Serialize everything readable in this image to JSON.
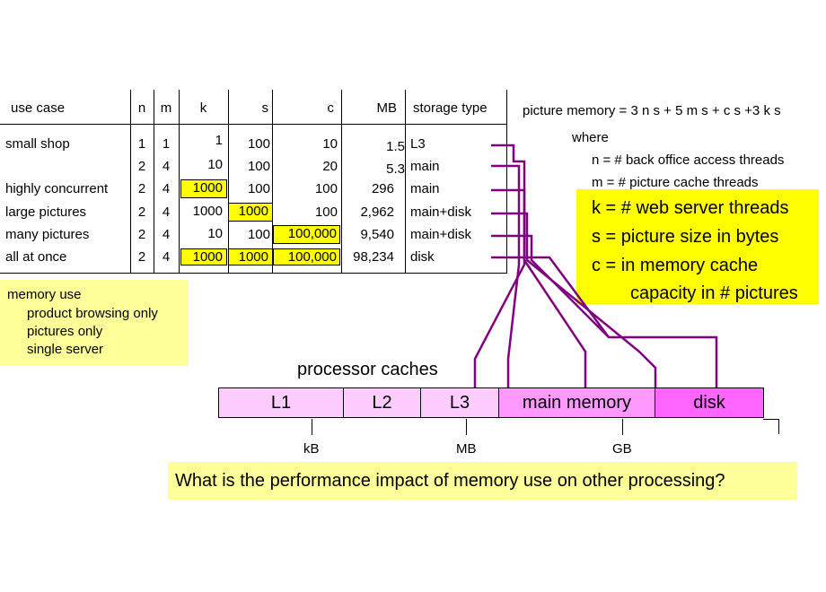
{
  "table": {
    "headers": [
      "use case",
      "n",
      "m",
      "k",
      "s",
      "c",
      "MB",
      "storage type"
    ],
    "rows": [
      {
        "use_case": "small shop",
        "n": "1",
        "m": "1",
        "k": "1",
        "s": "100",
        "c": "10",
        "mb": "1.5",
        "storage": "L3"
      },
      {
        "use_case": "",
        "n": "2",
        "m": "4",
        "k": "10",
        "s": "100",
        "c": "20",
        "mb": "5.3",
        "storage": "main"
      },
      {
        "use_case": "highly concurrent",
        "n": "2",
        "m": "4",
        "k": "1000",
        "s": "100",
        "c": "100",
        "mb": "296",
        "storage": "main"
      },
      {
        "use_case": "large pictures",
        "n": "2",
        "m": "4",
        "k": "1000",
        "s": "1000",
        "c": "100",
        "mb": "2,962",
        "storage": "main+disk"
      },
      {
        "use_case": "many pictures",
        "n": "2",
        "m": "4",
        "k": "10",
        "s": "100",
        "c": "100,000",
        "mb": "9,540",
        "storage": "main+disk"
      },
      {
        "use_case": "all at once",
        "n": "2",
        "m": "4",
        "k": "1000",
        "s": "1000",
        "c": "100,000",
        "mb": "98,234",
        "storage": "disk"
      }
    ]
  },
  "memory_use": {
    "title": "memory use",
    "items": [
      "product browsing only",
      "pictures only",
      "single server"
    ]
  },
  "formula": {
    "main": "picture memory = 3 n s + 5 m s + c s +3 k s",
    "where": "where",
    "defs": [
      "n = # back office access threads",
      "m = # picture cache threads"
    ]
  },
  "variables_box": {
    "lines": [
      "k = # web server threads",
      "s = picture size in bytes",
      "c = in memory cache",
      "capacity in # pictures"
    ]
  },
  "memory_hierarchy": {
    "caption": "processor caches",
    "segments": [
      "L1",
      "L2",
      "L3",
      "main memory",
      "disk"
    ],
    "scale_labels": [
      "kB",
      "MB",
      "GB"
    ]
  },
  "question": "What  is the performance impact of memory use on other processing?",
  "colors": {
    "highlight": "#ffff00",
    "soft_yellow": "#ffff99",
    "cache_pink": "#ffaaff",
    "cache_light": "#ffccff",
    "disk_magenta": "#ff66ff",
    "connector_purple": "#800080"
  }
}
